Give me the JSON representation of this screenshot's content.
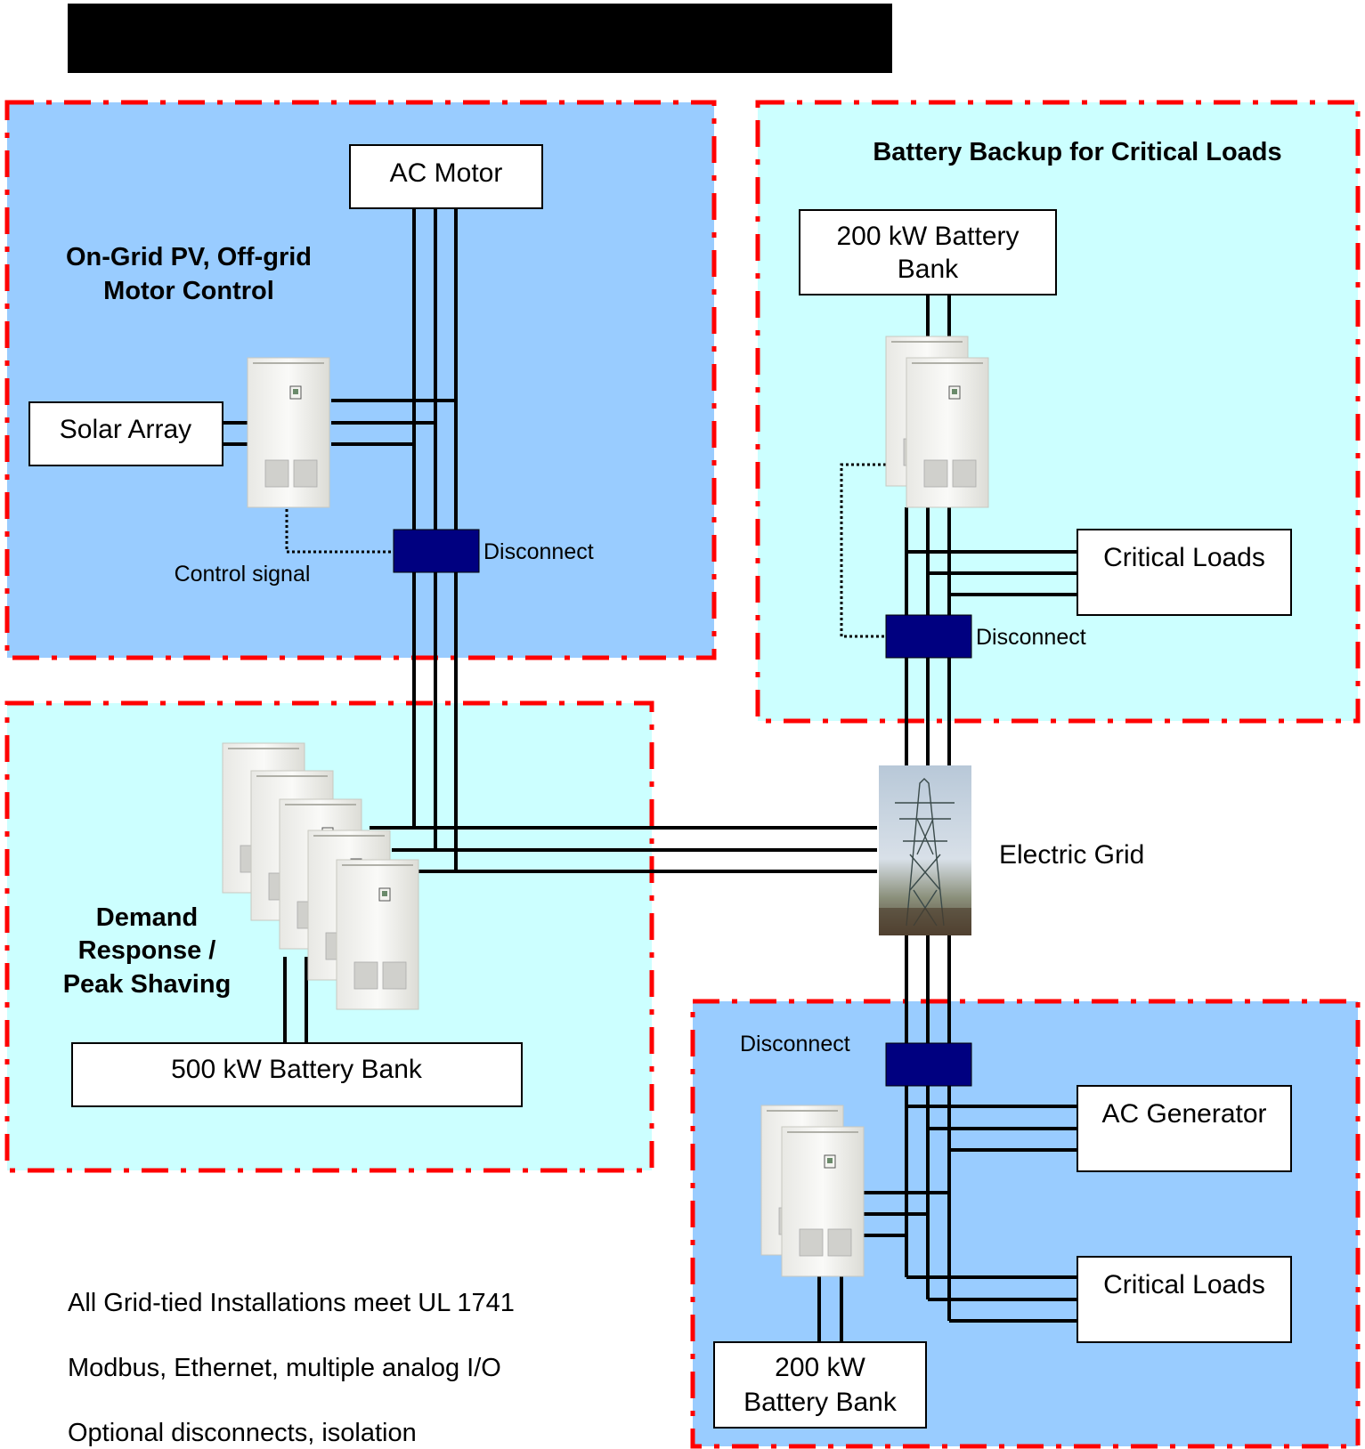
{
  "title_bar": {
    "text": ""
  },
  "colors": {
    "region_blue": "#99ccff",
    "region_cyan": "#ccffff",
    "region_border": "#ff0000",
    "disconnect": "#000080",
    "wire": "#000000"
  },
  "regions": {
    "pv_motor": {
      "title_line1": "On-Grid PV, Off-grid",
      "title_line2": "Motor Control"
    },
    "battery_backup": {
      "title": "Battery Backup for Critical Loads"
    },
    "demand_response": {
      "title_line1": "Demand",
      "title_line2": "Response /",
      "title_line3": "Peak Shaving"
    }
  },
  "boxes": {
    "ac_motor": "AC Motor",
    "solar_array": "Solar Array",
    "battery_200_top_line1": "200 kW Battery",
    "battery_200_top_line2": "Bank",
    "critical_loads_top": "Critical Loads",
    "battery_500": "500 kW Battery Bank",
    "ac_generator": "AC Generator",
    "critical_loads_bottom": "Critical Loads",
    "battery_200_bottom_line1": "200 kW",
    "battery_200_bottom_line2": "Battery Bank"
  },
  "labels": {
    "disconnect": "Disconnect",
    "control_signal": "Control signal",
    "electric_grid": "Electric Grid"
  },
  "notes": [
    "All Grid-tied Installations meet UL 1741",
    "Modbus, Ethernet, multiple analog I/O",
    "Optional disconnects, isolation"
  ],
  "icons": {
    "inverter": "inverter-cabinet-icon",
    "grid": "transmission-tower-icon"
  }
}
